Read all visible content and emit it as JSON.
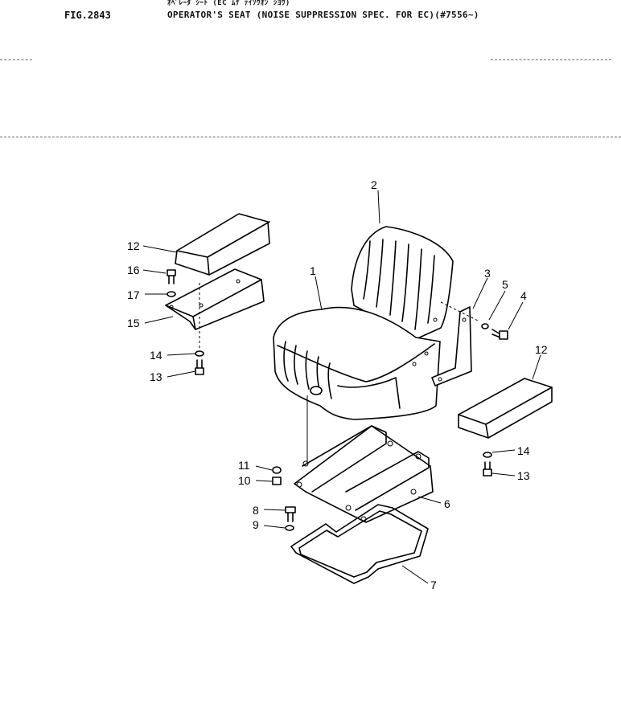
{
  "header": {
    "japanese_title": "ｵﾍﾟﾚｰﾀ ｼｰﾄ (EC ﾑｹ ﾃｲｿｳｵﾝ ｼﾖｳ)",
    "fig_number": "FIG.2843",
    "title": "OPERATOR'S SEAT (NOISE SUPPRESSION SPEC. FOR EC)(#7556~)"
  },
  "callouts": {
    "c1": "1",
    "c2": "2",
    "c3": "3",
    "c4": "4",
    "c5": "5",
    "c6": "6",
    "c7": "7",
    "c8": "8",
    "c9": "9",
    "c10": "10",
    "c11": "11",
    "c12a": "12",
    "c12b": "12",
    "c13a": "13",
    "c13b": "13",
    "c14a": "14",
    "c14b": "14",
    "c15": "15",
    "c16": "16",
    "c17": "17"
  }
}
